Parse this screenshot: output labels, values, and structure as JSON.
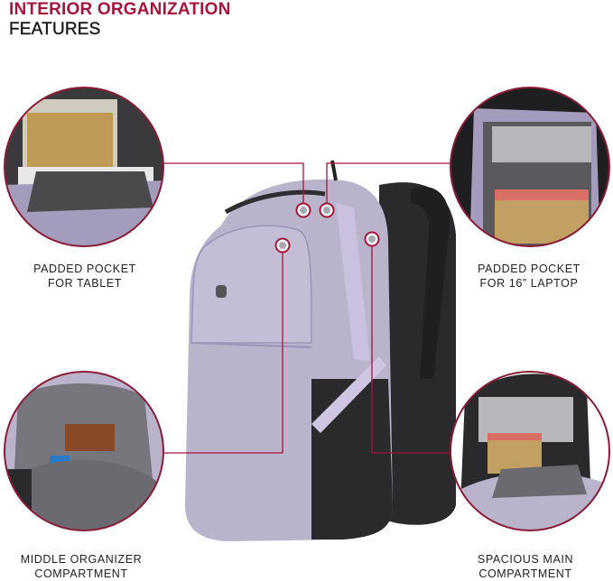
{
  "heading": {
    "line1": "INTERIOR ORGANIZATION",
    "line2": "FEATURES"
  },
  "features": [
    {
      "line1": "PADDED POCKET",
      "line2": "FOR TABLET"
    },
    {
      "line1": "PADDED POCKET",
      "line2": "FOR 16” LAPTOP"
    },
    {
      "line1": "MIDDLE ORGANIZER",
      "line2": "COMPARTMENT"
    },
    {
      "line1": "SPACIOUS MAIN",
      "line2": "COMPARTMENT"
    }
  ],
  "colors": {
    "accent": "#a5163a",
    "bag": "#b9b3cc",
    "bag_dark": "#2a2a2c",
    "circle_border": "#8a1c35"
  }
}
